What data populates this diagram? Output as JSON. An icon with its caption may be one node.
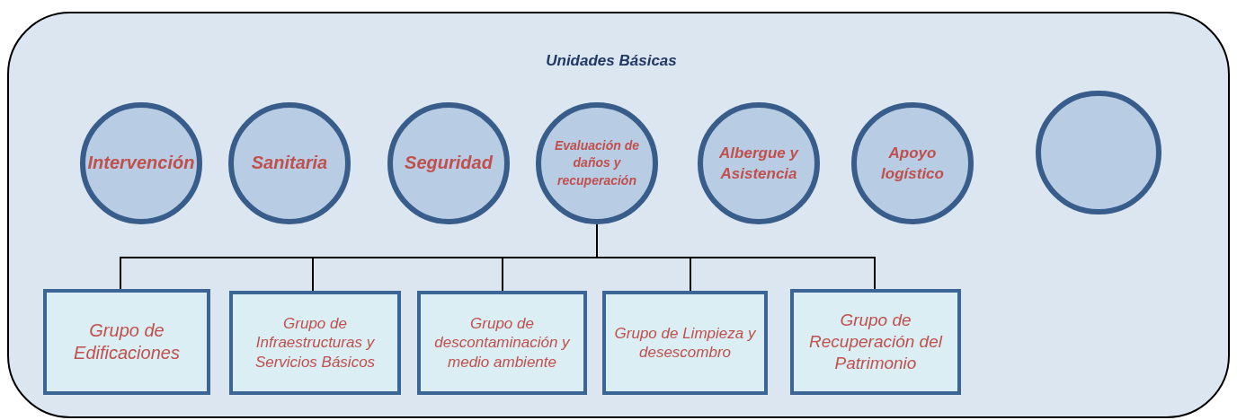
{
  "diagram": {
    "nodes": [
      {
        "text": [
          "Unidades Básicas"
        ]
      },
      {
        "text": [
          "Intervención"
        ],
        "in": 0
      },
      {
        "text": [
          "Sanitaria"
        ],
        "in": 0
      },
      {
        "text": [
          "Seguridad"
        ],
        "in": 0
      },
      {
        "text": [
          "Evaluación de daños y recuperación"
        ],
        "in": 0
      },
      {
        "text": [
          "Albergue y Asistencia"
        ],
        "in": 0
      },
      {
        "text": [
          "Apoyo logístico"
        ],
        "in": 0
      },
      {
        "text": [],
        "shape": "circle",
        "in": 0
      },
      {
        "text": [
          "Grupo de Edificaciones"
        ],
        "in": 0
      },
      {
        "text": [
          "Grupo de Infraestructuras y Servicios Básicos"
        ],
        "in": 0
      },
      {
        "text": [
          "Grupo de descontaminación y medio ambiente"
        ],
        "in": 0
      },
      {
        "text": [
          "Grupo de Limpieza y desescombro"
        ],
        "in": 0
      },
      {
        "text": [
          "Grupo de Recuperación del Patrimonio"
        ],
        "in": 0
      }
    ],
    "edges": [
      {
        "from": 4,
        "to": 8,
        "arrow": "none"
      },
      {
        "from": 4,
        "to": 9,
        "arrow": "none"
      },
      {
        "from": 4,
        "to": 10,
        "arrow": "none"
      },
      {
        "from": 4,
        "to": 11,
        "arrow": "none"
      },
      {
        "from": 4,
        "to": 12,
        "arrow": "none"
      }
    ]
  }
}
